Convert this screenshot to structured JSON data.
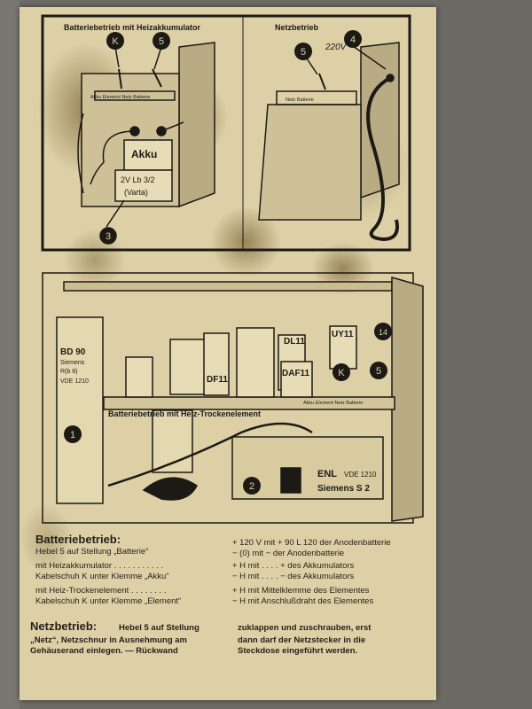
{
  "top_left_title": "Batteriebetrieb mit Heizakkumulator",
  "top_right_title": "Netzbetrieb",
  "labels": {
    "k": "K",
    "five": "5",
    "four": "4",
    "three": "3",
    "one": "1",
    "two": "2",
    "fourteen": "14",
    "switch_positions": "Akku Element Netz Batterie",
    "switch_positions_right": "Netz Batterie",
    "switch_positions_bottom": "Akku Element Netz Batterie",
    "akku": "Akku",
    "akku_spec": "2V Lb 3/2",
    "akku_maker": "(Varta)",
    "handwritten_voltage": "220V",
    "battery_model": "BD 90",
    "battery_maker": "Siemens",
    "battery_code": "R(b 8)",
    "battery_norm": "VDE 1210",
    "tube_df11": "DF11",
    "tube_daf11": "DAF11",
    "tube_dl11": "DL11",
    "tube_uy11": "UY11",
    "shelf_label": "Batteriebetrieb mit Heiz-Trockenelement",
    "enl": "ENL",
    "enl_norm": "VDE 1210",
    "enl_maker": "Siemens S 2"
  },
  "instructions": {
    "battery_heading": "Batteriebetrieb:",
    "line1": "Hebel 5 auf Stellung „Batterie“",
    "line2": "mit Heizakkumulator . . . . . . . . . . .",
    "line3": "Kabelschuh K unter Klemme „Akku“",
    "line4": "mit Heiz-Trockenelement . . . . . . . .",
    "line5": "Kabelschuh K unter Klemme „Element“",
    "r1": "+ 120 V mit + 90 L 120 der Anodenbatterie",
    "r2": "− (0)    mit − der Anodenbatterie",
    "r3": "+ H mit . . . . + des Akkumulators",
    "r4": "− H mit . . . . − des Akkumulators",
    "r5": "+ H mit Mittelklemme des Elementes",
    "r6": "− H mit Anschlußdraht des Elementes",
    "net_heading": "Netzbetrieb:",
    "net1": "Hebel 5 auf Stellung",
    "net2": "„Netz“, Netzschnur in Ausnehmung am",
    "net3": "Gehäuserand einlegen. — Rückwand",
    "net_r1": "zuklappen und zuschrauben, erst",
    "net_r2": "dann darf der Netzstecker in die",
    "net_r3": "Steckdose eingeführt werden."
  },
  "colors": {
    "paper": "#ddd0a6",
    "ink": "#1c1a15",
    "background": "#6f6c67"
  }
}
